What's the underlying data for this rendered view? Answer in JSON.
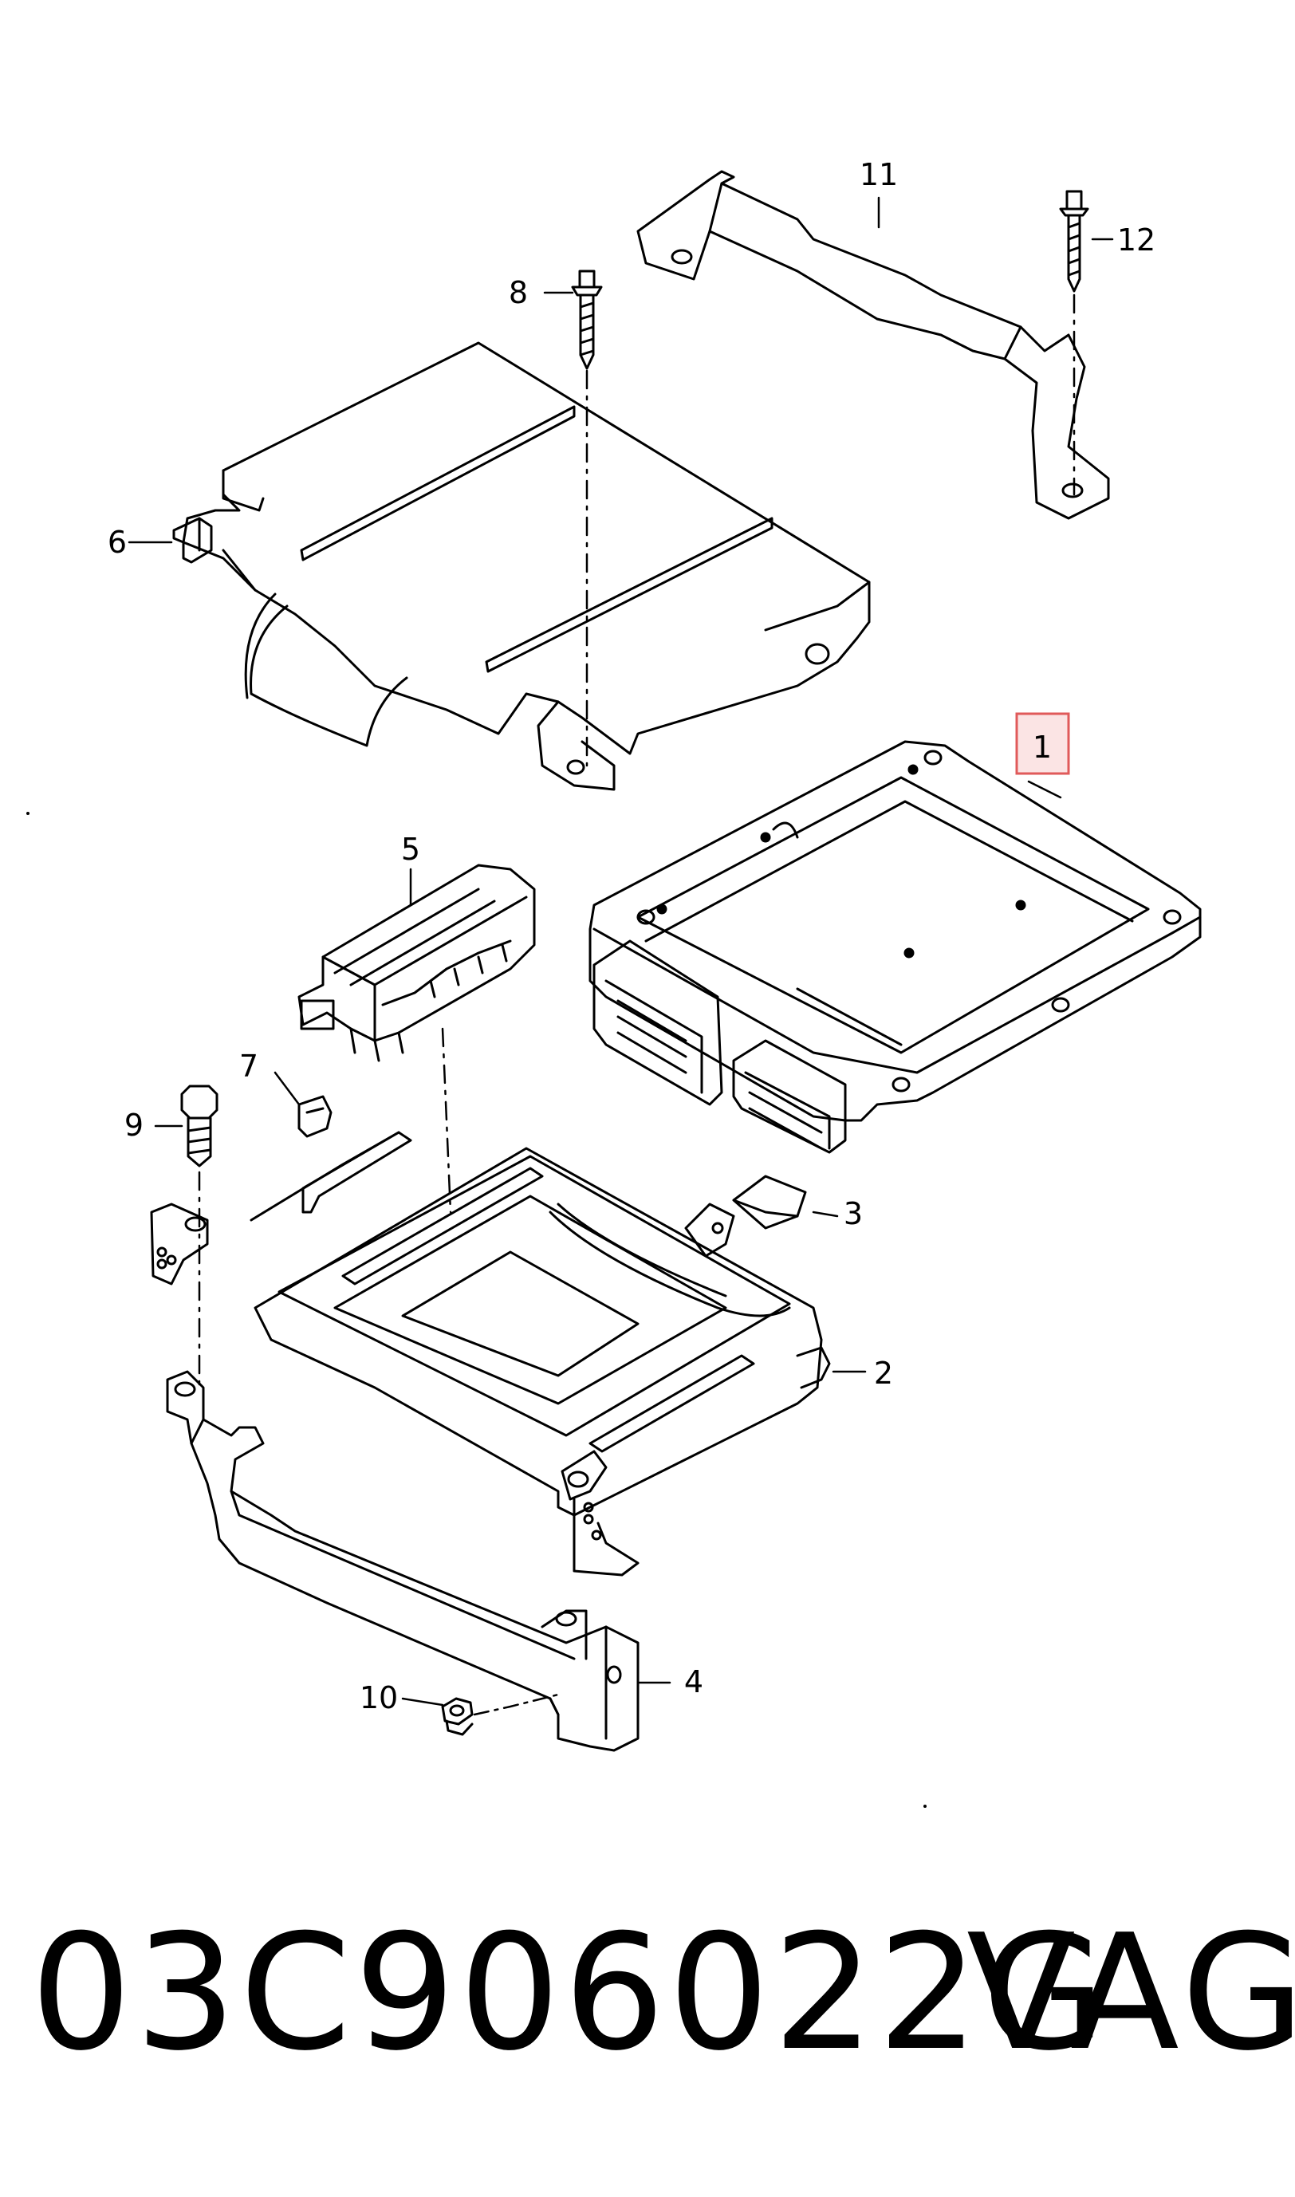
{
  "diagram": {
    "callouts": [
      {
        "id": "c1",
        "label": "1",
        "highlighted": true
      },
      {
        "id": "c2",
        "label": "2"
      },
      {
        "id": "c3",
        "label": "3"
      },
      {
        "id": "c4",
        "label": "4"
      },
      {
        "id": "c5",
        "label": "5"
      },
      {
        "id": "c6",
        "label": "6"
      },
      {
        "id": "c7",
        "label": "7"
      },
      {
        "id": "c8",
        "label": "8"
      },
      {
        "id": "c9",
        "label": "9"
      },
      {
        "id": "c10",
        "label": "10"
      },
      {
        "id": "c11",
        "label": "11"
      },
      {
        "id": "c12",
        "label": "12"
      }
    ],
    "highlight_color": "#e05a5a",
    "highlight_fill": "#fbe4e4",
    "line_color": "#000000"
  },
  "footer": {
    "part_number": "03C906022G",
    "brand": "VAG"
  }
}
